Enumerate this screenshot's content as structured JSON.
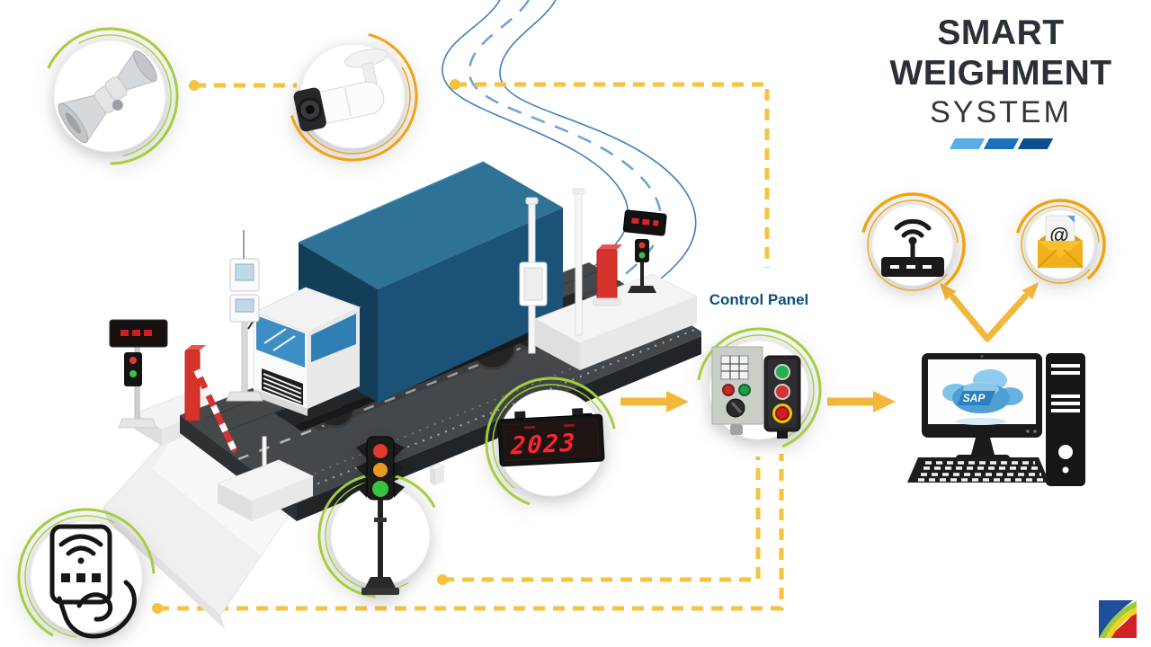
{
  "title": {
    "line1": "SMART",
    "line2": "WEIGHMENT",
    "line3": "SYSTEM"
  },
  "labels": {
    "control_panel": "Control Panel",
    "led_display_value": "2023",
    "sap_cloud": "SAP",
    "email_at": "@"
  },
  "nodes": [
    {
      "id": "loudspeaker",
      "icon": "loudspeaker-icon"
    },
    {
      "id": "cctv-camera",
      "icon": "cctv-camera-icon"
    },
    {
      "id": "rfid-card-reader",
      "icon": "rfid-card-reader-icon"
    },
    {
      "id": "traffic-light",
      "icon": "traffic-light-icon"
    },
    {
      "id": "led-display",
      "icon": "led-display-icon"
    },
    {
      "id": "control-panel",
      "icon": "control-panel-icon"
    },
    {
      "id": "wifi-router",
      "icon": "wifi-router-icon"
    },
    {
      "id": "email",
      "icon": "email-icon"
    },
    {
      "id": "desktop-computer",
      "icon": "desktop-computer-icon"
    },
    {
      "id": "weighbridge-truck",
      "icon": "truck-on-weighbridge-illustration"
    },
    {
      "id": "company-logo",
      "icon": "company-logo"
    }
  ],
  "connections": [
    {
      "from": "loudspeaker",
      "to": "cctv-camera"
    },
    {
      "from": "cctv-camera",
      "to": "control-panel"
    },
    {
      "from": "led-display",
      "to": "control-panel"
    },
    {
      "from": "traffic-light",
      "to": "control-panel"
    },
    {
      "from": "rfid-card-reader",
      "to": "control-panel"
    },
    {
      "from": "control-panel",
      "to": "desktop-computer"
    },
    {
      "from": "desktop-computer",
      "to": "wifi-router"
    },
    {
      "from": "desktop-computer",
      "to": "email"
    }
  ],
  "colors": {
    "accent_yellow": "#F5C242",
    "arrow_yellow": "#F3B73C",
    "arc_green": "#A6CD3F",
    "arc_orange": "#F2A30F",
    "title_dark": "#2B3038",
    "stripe_light": "#59ADE6",
    "stripe_mid": "#1C6FBA",
    "stripe_dark": "#0C4C90",
    "label_blue": "#0F5078",
    "road_blue": "#3E7EC0",
    "road_dash": "#6FA3D8",
    "truck_top": "#2E7296",
    "truck_front": "#123E5A",
    "truck_side": "#1B5277",
    "platform_dark": "#44484B",
    "led_red": "#FF2330",
    "cloud_blue": "#4D9FD6",
    "barrier_red": "#D8322C"
  }
}
